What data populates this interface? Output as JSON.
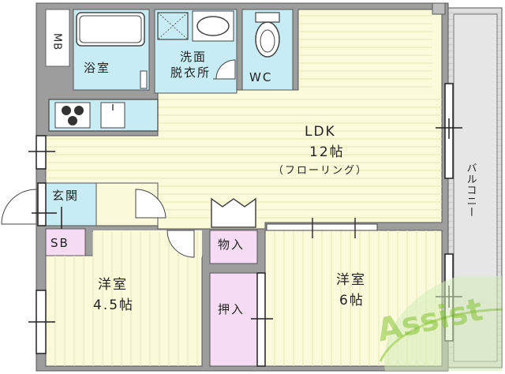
{
  "colors": {
    "floor": "#fbfbdc",
    "wet_area": "#c7ecf4",
    "storage": "#f6dcf2",
    "wall": "#9d9d9d",
    "wall_outline": "#555555",
    "balcony": "#dedede",
    "watermark": "#86c233"
  },
  "rooms": {
    "mb": "MB",
    "bath": "浴室",
    "washroom_line1": "洗面",
    "washroom_line2": "脱衣所",
    "wc": "WC",
    "ldk_name": "LDK",
    "ldk_size": "12帖",
    "ldk_note": "（フローリング）",
    "entrance": "玄関",
    "sb": "SB",
    "storage_small": "物入",
    "closet": "押入",
    "western1_name": "洋室",
    "western1_size": "4.5帖",
    "western2_name": "洋室",
    "western2_size": "6帖",
    "balcony": "バルコニー"
  },
  "watermark": {
    "text": "Assist"
  }
}
